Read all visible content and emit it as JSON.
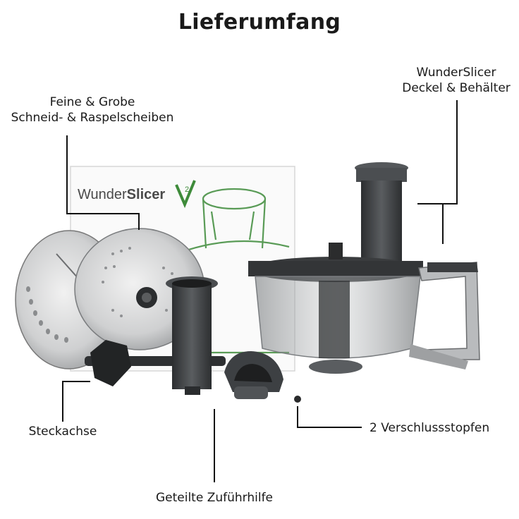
{
  "title": "Lieferumfang",
  "labels": {
    "discs_line1": "Feine & Grobe",
    "discs_line2": "Schneid- & Raspelscheiben",
    "lid_line1": "WunderSlicer",
    "lid_line2": "Deckel & Behälter",
    "axle": "Steckachse",
    "stoppers": "2 Verschlussstopfen",
    "pusher": "Geteilte Zuführhilfe"
  },
  "box_brand": {
    "word1": "Wunder",
    "word2": "Slicer",
    "version": "2"
  },
  "colors": {
    "brand_green": "#3e8b3a",
    "plastic_dark": "#3a3d40",
    "metal": "#c8cacb"
  }
}
